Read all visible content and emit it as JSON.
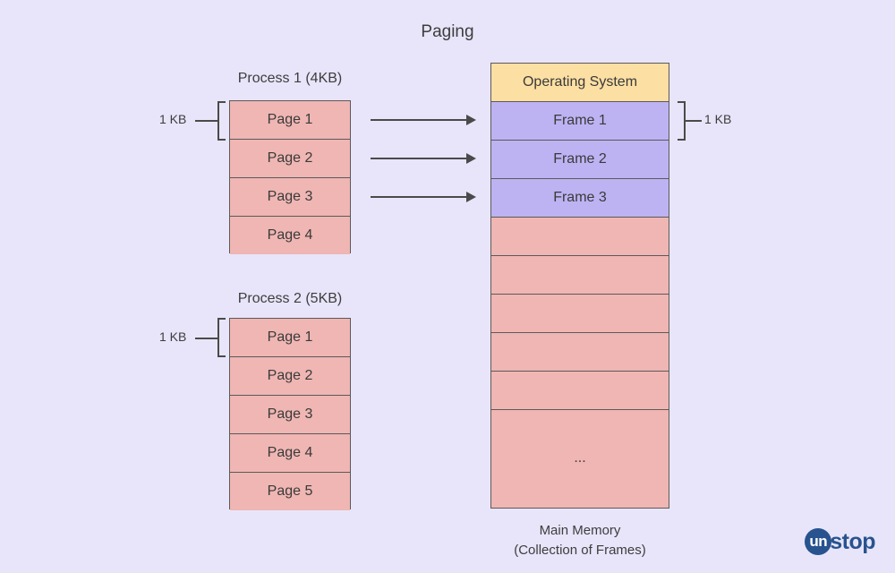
{
  "title": "Paging",
  "process1": {
    "label": "Process 1 (4KB)",
    "size_label": "1 KB",
    "pages": [
      "Page 1",
      "Page 2",
      "Page 3",
      "Page 4"
    ]
  },
  "process2": {
    "label": "Process 2 (5KB)",
    "size_label": "1 KB",
    "pages": [
      "Page 1",
      "Page 2",
      "Page 3",
      "Page 4",
      "Page 5"
    ]
  },
  "memory": {
    "size_label": "1 KB",
    "caption_line1": "Main Memory",
    "caption_line2": "(Collection of Frames)",
    "blocks": [
      {
        "label": "Operating System",
        "kind": "os"
      },
      {
        "label": "Frame 1",
        "kind": "frame"
      },
      {
        "label": "Frame 2",
        "kind": "frame"
      },
      {
        "label": "Frame 3",
        "kind": "frame"
      },
      {
        "label": "",
        "kind": "empty"
      },
      {
        "label": "",
        "kind": "empty"
      },
      {
        "label": "",
        "kind": "empty"
      },
      {
        "label": "",
        "kind": "empty"
      },
      {
        "label": "",
        "kind": "empty"
      },
      {
        "label": "...",
        "kind": "empty"
      }
    ]
  },
  "arrows": [
    {
      "name": "arrow-page1-to-frame1"
    },
    {
      "name": "arrow-page2-to-frame2"
    },
    {
      "name": "arrow-page3-to-frame3"
    }
  ],
  "logo": {
    "mark": "un",
    "text": "stop"
  },
  "colors": {
    "background": "#e8e5fa",
    "page": "#efb6b3",
    "frame": "#bdb3f2",
    "os": "#fcdfa3",
    "stroke": "#5a5a5a",
    "logo": "#28538f"
  }
}
